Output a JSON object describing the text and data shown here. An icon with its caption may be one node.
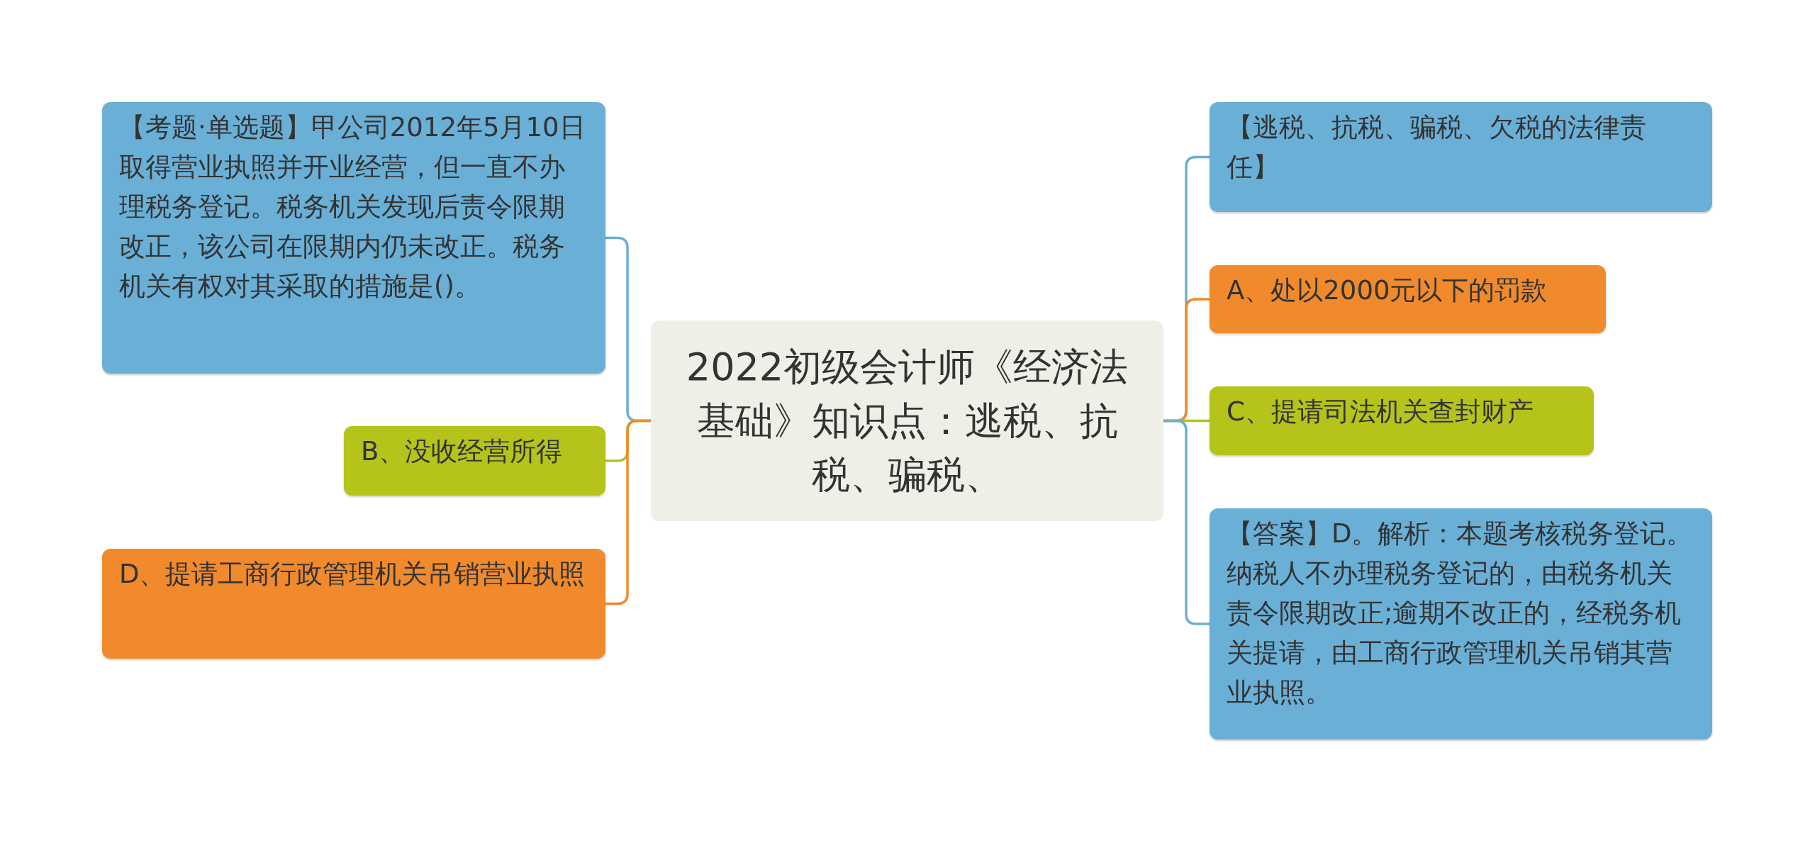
{
  "diagram": {
    "nodes": [
      {
        "text": [
          "2022初级会计师《经济法基础》知识点：逃税、抗税、骗税、"
        ]
      },
      {
        "text": [
          "【考题·单选题】甲公司2012年5月10日取得营业执照并开业经营，但一直不办理税务登记。税务机关发现后责令限期改正，该公司在限期内仍未改正。税务机关有权对其采取的措施是()。"
        ]
      },
      {
        "text": [
          "B、没收经营所得"
        ]
      },
      {
        "text": [
          "D、提请工商行政管理机关吊销营业执照"
        ]
      },
      {
        "text": [
          "【逃税、抗税、骗税、欠税的法律责任】"
        ]
      },
      {
        "text": [
          "A、处以2000元以下的罚款"
        ]
      },
      {
        "text": [
          "C、提请司法机关查封财产"
        ]
      },
      {
        "text": [
          "【答案】D。解析：本题考核税务登记。纳税人不办理税务登记的，由税务机关责令限期改正;逾期不改正的，经税务机关提请，由工商行政管理机关吊销其营业执照。"
        ]
      }
    ],
    "edges": [
      {
        "from": 0,
        "to": 1,
        "arrow": "none"
      },
      {
        "from": 0,
        "to": 2,
        "arrow": "none",
        "color": "#b5c31a"
      },
      {
        "from": 0,
        "to": 3,
        "arrow": "none",
        "color": "#f08a2c"
      },
      {
        "from": 0,
        "to": 4,
        "arrow": "none"
      },
      {
        "from": 0,
        "to": 5,
        "arrow": "none",
        "color": "#f08a2c"
      },
      {
        "from": 0,
        "to": 6,
        "arrow": "none",
        "color": "#b5c31a"
      },
      {
        "from": 0,
        "to": 7,
        "arrow": "none"
      }
    ]
  }
}
